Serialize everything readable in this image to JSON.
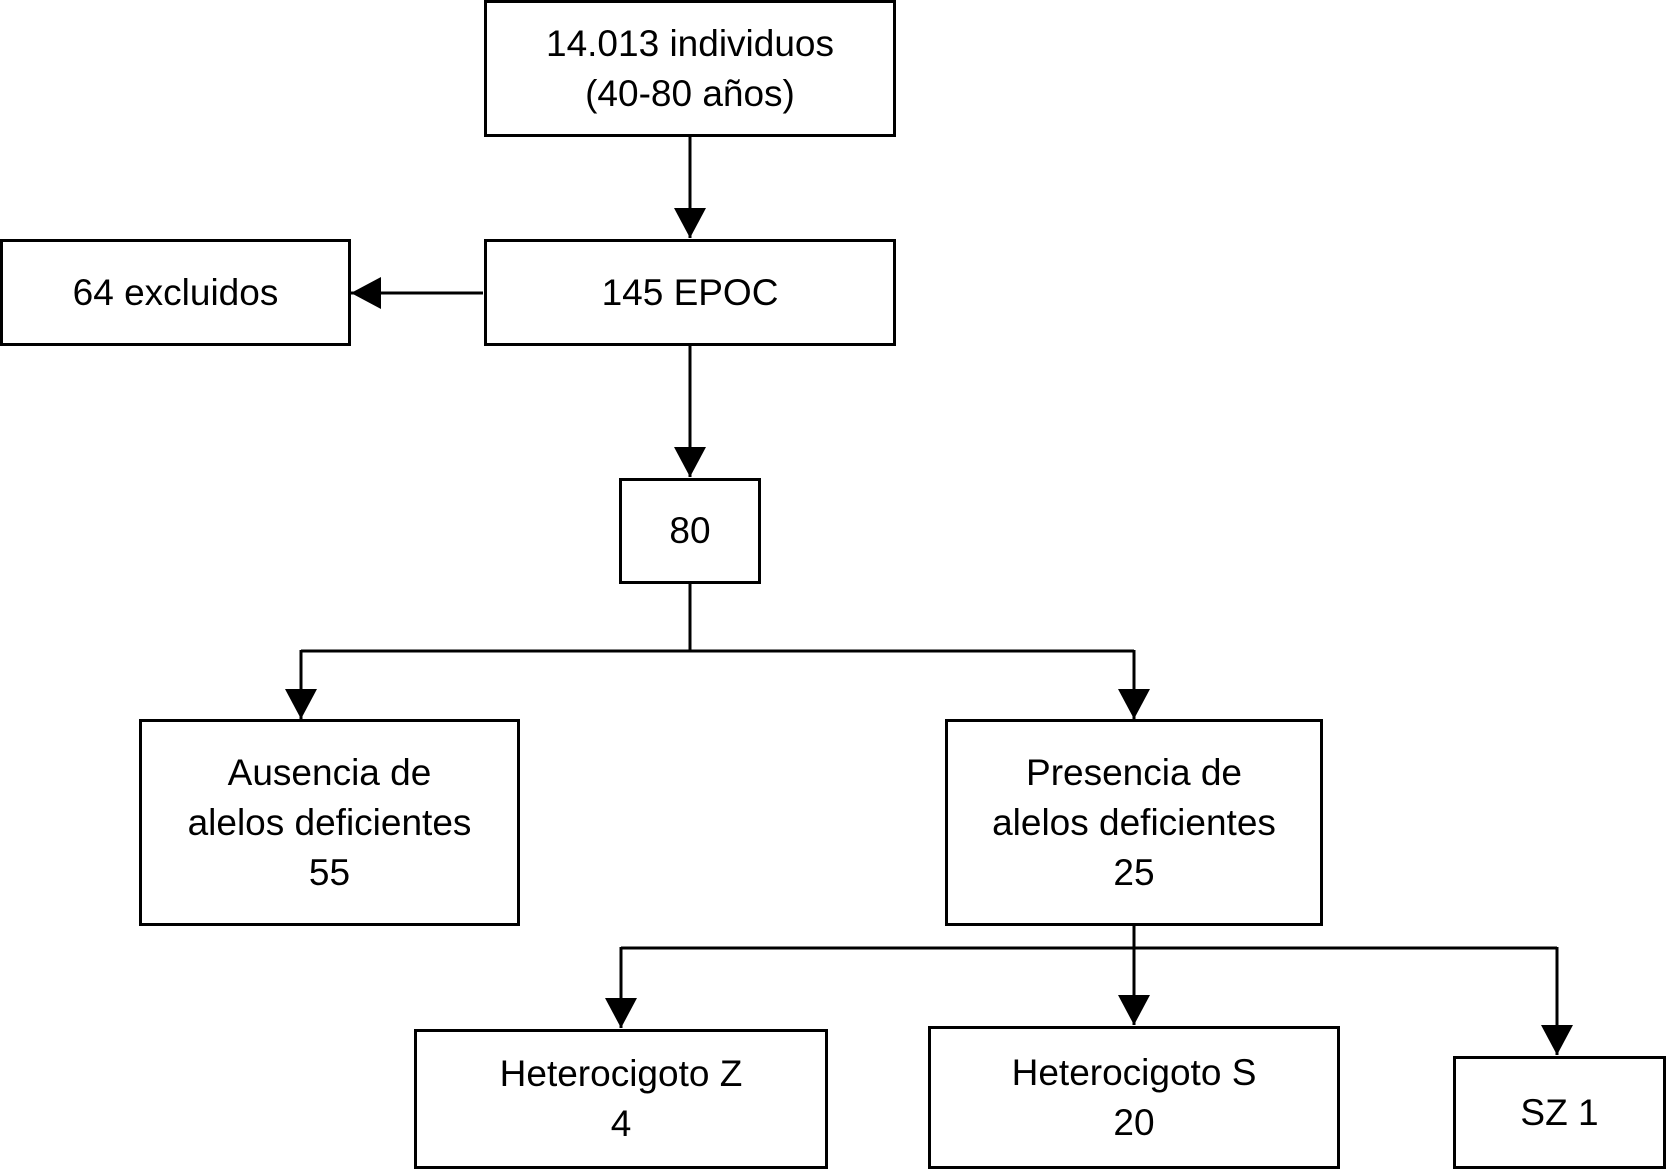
{
  "flowchart": {
    "total": {
      "line1": "14.013 individuos",
      "line2": "(40-80 años)"
    },
    "copd": {
      "label": "145 EPOC"
    },
    "excluded": {
      "label": "64 excluidos"
    },
    "analyzed": {
      "label": "80"
    },
    "absence": {
      "line1": "Ausencia de",
      "line2": "alelos deficientes",
      "count": "55"
    },
    "presence": {
      "line1": "Presencia de",
      "line2": "alelos deficientes",
      "count": "25"
    },
    "het_z": {
      "line1": "Heterocigoto Z",
      "count": "4"
    },
    "het_s": {
      "line1": "Heterocigoto S",
      "count": "20"
    },
    "sz": {
      "label": "SZ 1"
    }
  },
  "colors": {
    "stroke": "#000000",
    "fill": "#ffffff"
  }
}
